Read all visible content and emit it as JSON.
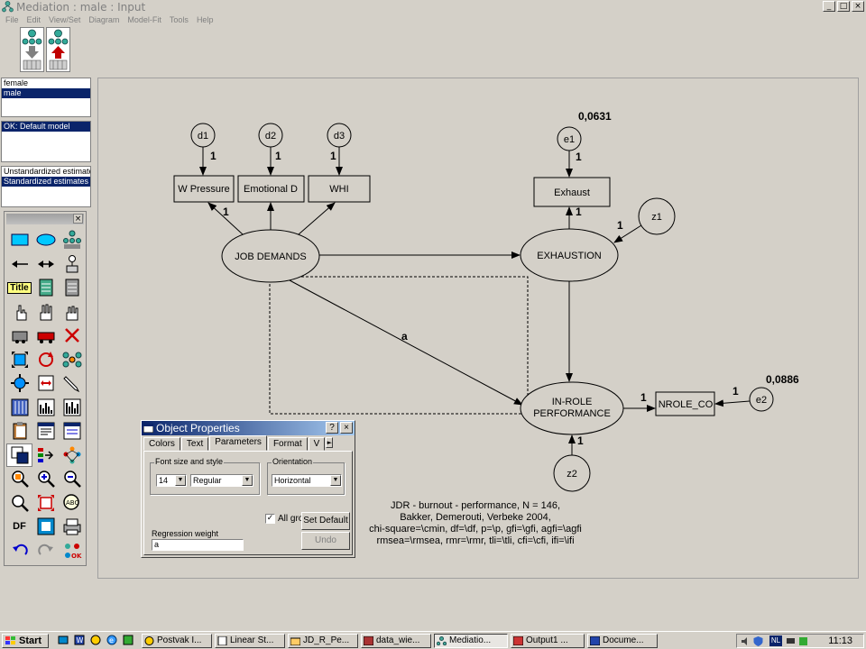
{
  "window": {
    "title": "Mediation : male : Input",
    "controls": [
      "_",
      "□",
      "×"
    ]
  },
  "menu": [
    "File",
    "Edit",
    "View/Set",
    "Diagram",
    "Model-Fit",
    "Tools",
    "Help"
  ],
  "groups": {
    "items": [
      "female",
      "male"
    ],
    "selected": "male"
  },
  "models": {
    "items": [
      "OK: Default model"
    ],
    "selected": "OK: Default model"
  },
  "estimates": {
    "items": [
      "Unstandardized estimates",
      "Standardized estimates"
    ],
    "selected": "Standardized estimates"
  },
  "palette": {
    "title_tool_label": "Title",
    "df_tool_label": "DF",
    "close": "×",
    "icons": [
      "rectangle-icon",
      "ellipse-icon",
      "indicator-icon",
      "single-arrow-icon",
      "double-arrow-icon",
      "unique-variable-icon",
      "title-icon",
      "list-variables-icon",
      "list-dataset-icon",
      "select-one-icon",
      "select-all-icon",
      "deselect-all-icon",
      "duplicate-icon",
      "move-icon",
      "erase-icon",
      "resize-icon",
      "rotate-icon",
      "reflect-indicators-icon",
      "move-parameter-icon",
      "scroll-icon",
      "touch-up-icon",
      "data-files-icon",
      "analysis-properties-icon",
      "calculate-estimates-icon",
      "clipboard-icon",
      "text-output-icon",
      "object-properties-icon",
      "drag-properties-icon",
      "preserve-symmetry-icon",
      "zoom-select-icon",
      "zoom-in-icon",
      "zoom-out-icon",
      "zoom-page-icon",
      "fit-page-icon",
      "loupe-icon",
      "degrees-freedom-icon",
      "link-icon",
      "print-icon",
      "undo-icon",
      "redo-icon",
      "specification-search-icon"
    ]
  },
  "diagram": {
    "observed": {
      "work_pressure": "W Pressure",
      "emotional": "Emotional D",
      "whi": "WHI",
      "exhaust": "Exhaust",
      "inrole_co": "NROLE_CO"
    },
    "latent": {
      "job_demands": "JOB DEMANDS",
      "exhaustion": "EXHAUSTION",
      "inrole_line1": "IN-ROLE",
      "inrole_line2": "PERFORMANCE"
    },
    "errors": {
      "d1": "d1",
      "d2": "d2",
      "d3": "d3",
      "e1": "e1",
      "e2": "e2",
      "z1": "z1",
      "z2": "z2"
    },
    "path_label_a": "a",
    "fixed_weight": "1",
    "r2_exhaust": "0,0631",
    "r2_inrole": "0,0886"
  },
  "note_lines": [
    "JDR - burnout - performance, N = 146,",
    "Bakker, Demerouti, Verbeke  2004,",
    "chi-square=\\cmin, df=\\df, p=\\p, gfi=\\gfi, agfi=\\agfi",
    "rmsea=\\rmsea, rmr=\\rmr, tli=\\tli, cfi=\\cfi, ifi=\\ifi"
  ],
  "object_properties": {
    "title": "Object Properties",
    "help_btn": "?",
    "close_btn": "×",
    "tabs": [
      "Colors",
      "Text",
      "Parameters",
      "Format",
      "V"
    ],
    "active_tab": "Parameters",
    "font_group": "Font size and style",
    "font_size": "14",
    "font_style": "Regular",
    "orientation_group": "Orientation",
    "orientation": "Horizontal",
    "all_groups_label": "All gro",
    "all_groups_checked": true,
    "set_default": "Set Default",
    "undo": "Undo",
    "regression_weight_label": "Regression weight",
    "regression_weight_value": "a"
  },
  "taskbar": {
    "start": "Start",
    "tasks": [
      "Postvak I...",
      "Linear St...",
      "JD_R_Pe...",
      "data_wie...",
      "Mediatio...",
      "Output1 ...",
      "Docume..."
    ],
    "active_task_index": 4,
    "clock": "11:13",
    "lang": "NL"
  }
}
